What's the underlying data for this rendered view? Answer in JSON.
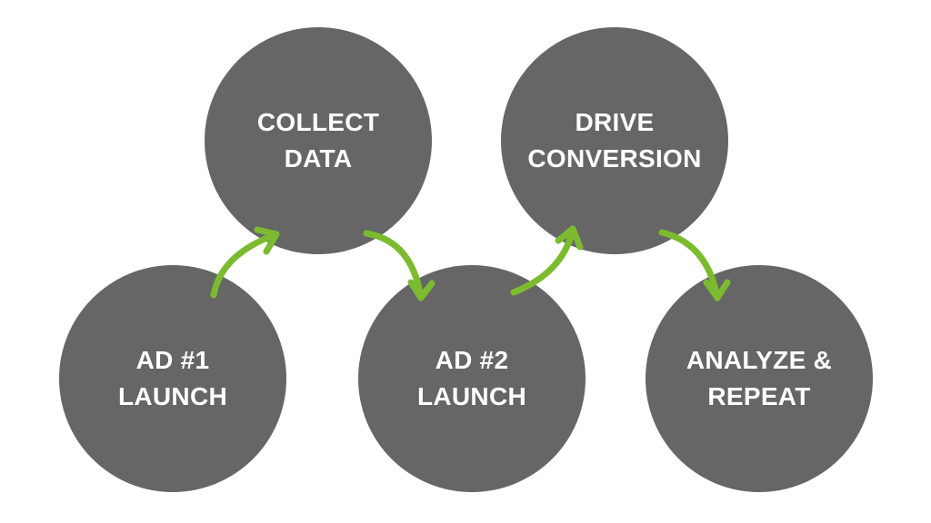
{
  "colors": {
    "circle": "#666666",
    "arrow": "#7cbb30",
    "text": "#ffffff",
    "background": "#ffffff"
  },
  "nodes": [
    {
      "line1": "AD #1",
      "line2": "LAUNCH"
    },
    {
      "line1": "COLLECT",
      "line2": "DATA"
    },
    {
      "line1": "AD #2",
      "line2": "LAUNCH"
    },
    {
      "line1": "DRIVE",
      "line2": "CONVERSION"
    },
    {
      "line1": "ANALYZE &",
      "line2": "REPEAT"
    }
  ]
}
